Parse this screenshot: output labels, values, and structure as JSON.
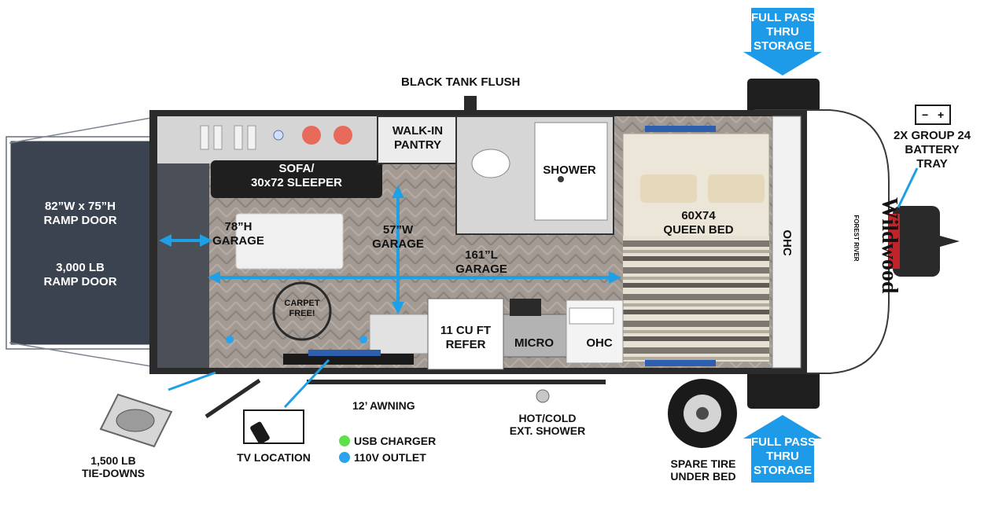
{
  "labels": {
    "black_tank_flush": "BLACK TANK FLUSH",
    "full_pass_top": [
      "FULL PASS",
      "THRU",
      "STORAGE"
    ],
    "full_pass_bottom": [
      "FULL PASS",
      "THRU",
      "STORAGE"
    ],
    "battery_tray": [
      "2X GROUP 24",
      "BATTERY",
      "TRAY"
    ],
    "walk_in_pantry": [
      "WALK-IN",
      "PANTRY"
    ],
    "shower": "SHOWER",
    "sofa": [
      "SOFA/",
      "30x72 SLEEPER"
    ],
    "ramp_door_size": [
      "82”W x 75”H",
      "RAMP DOOR"
    ],
    "ramp_door_weight": [
      "3,000 LB",
      "RAMP DOOR"
    ],
    "garage_height": [
      "78”H",
      "GARAGE"
    ],
    "garage_width": [
      "57”W",
      "GARAGE"
    ],
    "garage_length": [
      "161”L",
      "GARAGE"
    ],
    "queen_bed": [
      "60X74",
      "QUEEN BED"
    ],
    "ohc_front": "OHC",
    "refer": [
      "11 CU FT",
      "REFER"
    ],
    "micro": "MICRO",
    "ohc_kitchen": "OHC",
    "awning": "12’ AWNING",
    "ext_shower": [
      "HOT/COLD",
      "EXT. SHOWER"
    ],
    "tie_downs": [
      "1,500 LB",
      "TIE-DOWNS"
    ],
    "tv_location": "TV LOCATION",
    "spare_tire": [
      "SPARE TIRE",
      "UNDER BED"
    ],
    "carpet_free": [
      "CARPET",
      "FREE!"
    ],
    "brand_logo": "Wildwood",
    "brand_sub": "FOREST RIVER"
  },
  "legend": [
    {
      "label": "USB CHARGER",
      "color": "#5ee04a"
    },
    {
      "label": "110V OUTLET",
      "color": "#29a3ee"
    }
  ],
  "colors": {
    "arrow_blue": "#1ea0e6",
    "storage_blue": "#1e9be8",
    "floor": "#9a9088",
    "ramp_door": "#3b4250"
  },
  "icons": [
    "battery-icon",
    "tv-remote-icon",
    "tie-down-icon",
    "spare-tire-icon",
    "toilet-icon",
    "shower-drain-icon"
  ]
}
